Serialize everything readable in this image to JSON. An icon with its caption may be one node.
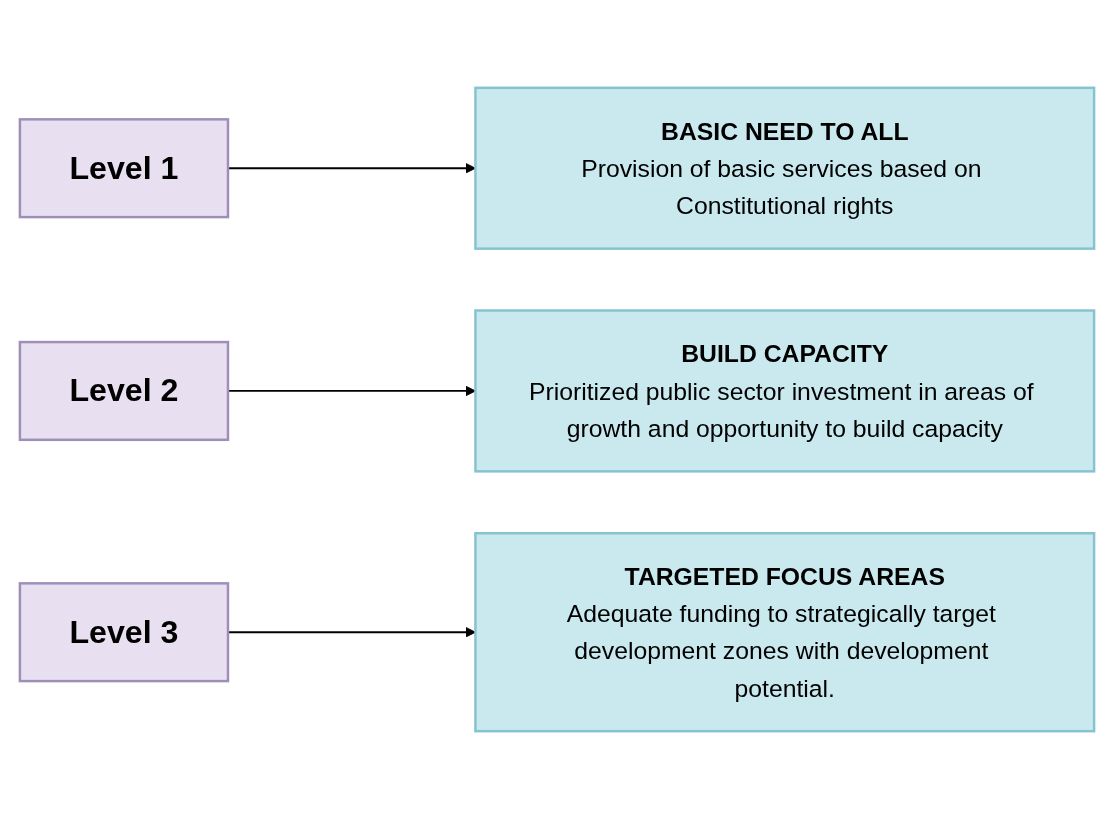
{
  "diagram": {
    "nodes": [
      {
        "text": [
          "Level 1"
        ]
      },
      {
        "text": [
          "BASIC NEED TO ALL",
          "Provision of basic services based on Constitutional rights"
        ]
      },
      {
        "text": [
          "Level 2"
        ]
      },
      {
        "text": [
          "BUILD CAPACITY",
          "Prioritized public sector investment in areas of growth and opportunity to build capacity"
        ]
      },
      {
        "text": [
          "Level 3"
        ]
      },
      {
        "text": [
          "TARGETED FOCUS AREAS",
          "Adequate funding to strategically target development zones with development potential."
        ]
      }
    ],
    "edges": [
      {
        "from": 0,
        "to": 1,
        "arrow": "to"
      },
      {
        "from": 2,
        "to": 3,
        "arrow": "to"
      },
      {
        "from": 4,
        "to": 5,
        "arrow": "to"
      }
    ]
  }
}
